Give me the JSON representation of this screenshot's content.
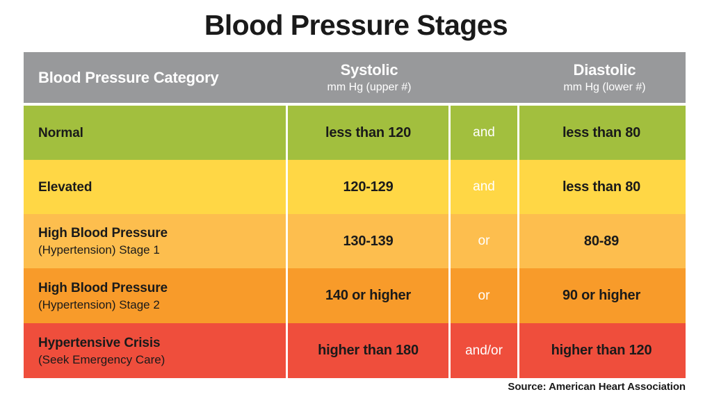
{
  "title": "Blood Pressure Stages",
  "source": "Source: American Heart Association",
  "colors": {
    "header_bg": "#98999b",
    "header_text": "#ffffff",
    "normal": "#a2bf3e",
    "elevated": "#ffd745",
    "stage1": "#fdbe4e",
    "stage2": "#f89b2a",
    "crisis": "#ef4e3c",
    "text": "#1a1a1a",
    "grid": "#ffffff"
  },
  "table": {
    "headers": {
      "category": {
        "main": "Blood Pressure Category",
        "sub": ""
      },
      "systolic": {
        "main": "Systolic",
        "sub": "mm Hg (upper #)"
      },
      "operator": {
        "main": "",
        "sub": ""
      },
      "diastolic": {
        "main": "Diastolic",
        "sub": "mm Hg (lower #)"
      }
    },
    "rows": [
      {
        "category_main": "Normal",
        "category_sub": "",
        "systolic": "less than 120",
        "operator": "and",
        "diastolic": "less than 80",
        "color": "#a2bf3e"
      },
      {
        "category_main": "Elevated",
        "category_sub": "",
        "systolic": "120-129",
        "operator": "and",
        "diastolic": "less than 80",
        "color": "#ffd745"
      },
      {
        "category_main": "High Blood Pressure",
        "category_sub": "(Hypertension) Stage 1",
        "systolic": "130-139",
        "operator": "or",
        "diastolic": "80-89",
        "color": "#fdbe4e"
      },
      {
        "category_main": "High Blood Pressure",
        "category_sub": "(Hypertension) Stage 2",
        "systolic": "140 or higher",
        "operator": "or",
        "diastolic": "90 or higher",
        "color": "#f89b2a"
      },
      {
        "category_main": "Hypertensive Crisis",
        "category_sub": "(Seek Emergency Care)",
        "systolic": "higher than 180",
        "operator": "and/or",
        "diastolic": "higher than 120",
        "color": "#ef4e3c"
      }
    ]
  },
  "chart_data": {
    "type": "table",
    "title": "Blood Pressure Stages",
    "columns": [
      "Blood Pressure Category",
      "Systolic mm Hg (upper #)",
      "operator",
      "Diastolic mm Hg (lower #)"
    ],
    "rows": [
      [
        "Normal",
        "less than 120",
        "and",
        "less than 80"
      ],
      [
        "Elevated",
        "120-129",
        "and",
        "less than 80"
      ],
      [
        "High Blood Pressure (Hypertension) Stage 1",
        "130-139",
        "or",
        "80-89"
      ],
      [
        "High Blood Pressure (Hypertension) Stage 2",
        "140 or higher",
        "or",
        "90 or higher"
      ],
      [
        "Hypertensive Crisis (Seek Emergency Care)",
        "higher than 180",
        "and/or",
        "higher than 120"
      ]
    ],
    "annotations": [
      "Source: American Heart Association"
    ]
  }
}
